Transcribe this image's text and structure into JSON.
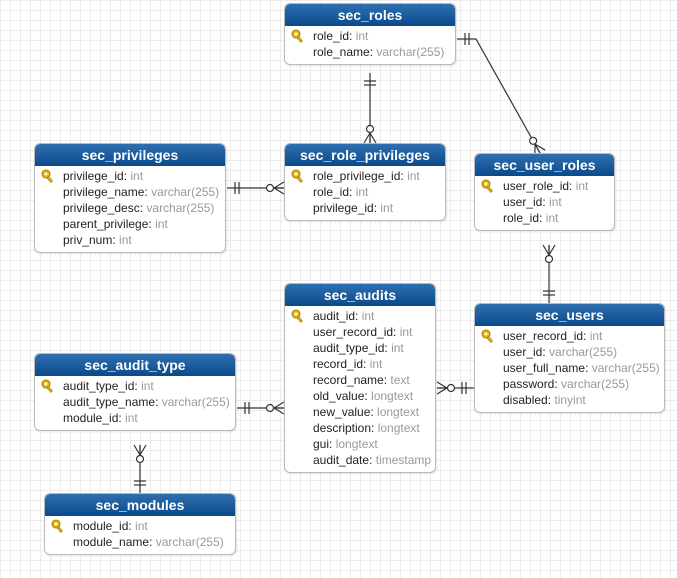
{
  "entities": [
    {
      "id": "sec_roles",
      "title": "sec_roles",
      "fields": [
        {
          "name": "role_id",
          "type": "int",
          "pk": true
        },
        {
          "name": "role_name",
          "type": "varchar(255)",
          "pk": false
        }
      ]
    },
    {
      "id": "sec_privileges",
      "title": "sec_privileges",
      "fields": [
        {
          "name": "privilege_id",
          "type": "int",
          "pk": true
        },
        {
          "name": "privilege_name",
          "type": "varchar(255)",
          "pk": false
        },
        {
          "name": "privilege_desc",
          "type": "varchar(255)",
          "pk": false
        },
        {
          "name": "parent_privilege",
          "type": "int",
          "pk": false
        },
        {
          "name": "priv_num",
          "type": "int",
          "pk": false
        }
      ]
    },
    {
      "id": "sec_role_privileges",
      "title": "sec_role_privileges",
      "fields": [
        {
          "name": "role_privilege_id",
          "type": "int",
          "pk": true
        },
        {
          "name": "role_id",
          "type": "int",
          "pk": false
        },
        {
          "name": "privilege_id",
          "type": "int",
          "pk": false
        }
      ]
    },
    {
      "id": "sec_user_roles",
      "title": "sec_user_roles",
      "fields": [
        {
          "name": "user_role_id",
          "type": "int",
          "pk": true
        },
        {
          "name": "user_id",
          "type": "int",
          "pk": false
        },
        {
          "name": "role_id",
          "type": "int",
          "pk": false
        }
      ]
    },
    {
      "id": "sec_audits",
      "title": "sec_audits",
      "fields": [
        {
          "name": "audit_id",
          "type": "int",
          "pk": true
        },
        {
          "name": "user_record_id",
          "type": "int",
          "pk": false
        },
        {
          "name": "audit_type_id",
          "type": "int",
          "pk": false
        },
        {
          "name": "record_id",
          "type": "int",
          "pk": false
        },
        {
          "name": "record_name",
          "type": "text",
          "pk": false
        },
        {
          "name": "old_value",
          "type": "longtext",
          "pk": false
        },
        {
          "name": "new_value",
          "type": "longtext",
          "pk": false
        },
        {
          "name": "description",
          "type": "longtext",
          "pk": false
        },
        {
          "name": "gui",
          "type": "longtext",
          "pk": false
        },
        {
          "name": "audit_date",
          "type": "timestamp",
          "pk": false
        }
      ]
    },
    {
      "id": "sec_users",
      "title": "sec_users",
      "fields": [
        {
          "name": "user_record_id",
          "type": "int",
          "pk": true
        },
        {
          "name": "user_id",
          "type": "varchar(255)",
          "pk": false
        },
        {
          "name": "user_full_name",
          "type": "varchar(255)",
          "pk": false
        },
        {
          "name": "password",
          "type": "varchar(255)",
          "pk": false
        },
        {
          "name": "disabled",
          "type": "tinyint",
          "pk": false
        }
      ]
    },
    {
      "id": "sec_audit_type",
      "title": "sec_audit_type",
      "fields": [
        {
          "name": "audit_type_id",
          "type": "int",
          "pk": true
        },
        {
          "name": "audit_type_name",
          "type": "varchar(255)",
          "pk": false
        },
        {
          "name": "module_id",
          "type": "int",
          "pk": false
        }
      ]
    },
    {
      "id": "sec_modules",
      "title": "sec_modules",
      "fields": [
        {
          "name": "module_id",
          "type": "int",
          "pk": true
        },
        {
          "name": "module_name",
          "type": "varchar(255)",
          "pk": false
        }
      ]
    }
  ],
  "relationships": [
    {
      "from": "sec_roles",
      "to": "sec_role_privileges",
      "from_end": "one",
      "to_end": "zero-or-many"
    },
    {
      "from": "sec_roles",
      "to": "sec_user_roles",
      "from_end": "one",
      "to_end": "zero-or-many"
    },
    {
      "from": "sec_privileges",
      "to": "sec_role_privileges",
      "from_end": "one",
      "to_end": "zero-or-many"
    },
    {
      "from": "sec_users",
      "to": "sec_user_roles",
      "from_end": "one",
      "to_end": "zero-or-many"
    },
    {
      "from": "sec_users",
      "to": "sec_audits",
      "from_end": "one",
      "to_end": "zero-or-many"
    },
    {
      "from": "sec_audit_type",
      "to": "sec_audits",
      "from_end": "one",
      "to_end": "zero-or-many"
    },
    {
      "from": "sec_modules",
      "to": "sec_audit_type",
      "from_end": "one",
      "to_end": "zero-or-many"
    }
  ],
  "colors": {
    "header_top": "#2f6fb0",
    "header_bottom": "#0b4a8a",
    "line": "#333333",
    "type_text": "#999999",
    "key": "#e8b810"
  }
}
